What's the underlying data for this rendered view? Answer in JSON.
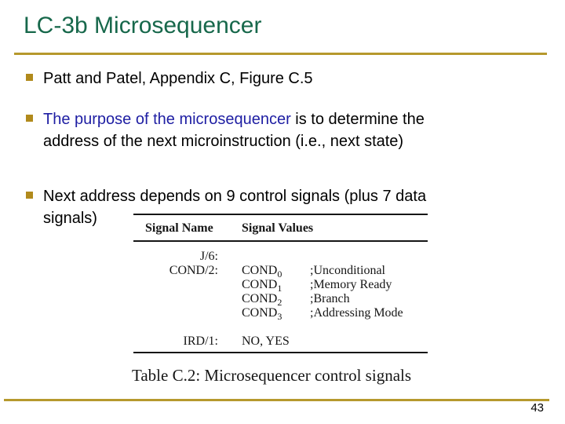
{
  "slide": {
    "title": "LC-3b Microsequencer",
    "colors": {
      "title_green": "#17684B",
      "accent_gold": "#B6992D",
      "bullet_gold": "#B18A1C",
      "emphasis_blue": "#1E1EA3",
      "table_ink": "#161616"
    },
    "bullets": {
      "b1": {
        "line1": "Patt and Patel, Appendix C, Figure C.5"
      },
      "b2": {
        "line1_em": "The purpose of the microsequencer",
        "line1_rest": " is to determine the",
        "line2": "address of the next microinstruction (i.e., next state)"
      },
      "b3": {
        "line1": "Next address depends on 9 control signals (plus 7 data",
        "line2": "signals)"
      }
    },
    "table": {
      "caption": "Table C.2: Microsequencer control signals",
      "header": {
        "name": "Signal Name",
        "values": "Signal Values"
      },
      "rows": {
        "j": {
          "name": "J/6:"
        },
        "cond": {
          "name": "COND/2:",
          "values": [
            {
              "base": "COND",
              "sub": "0",
              "comment": ";Unconditional"
            },
            {
              "base": "COND",
              "sub": "1",
              "comment": ";Memory Ready"
            },
            {
              "base": "COND",
              "sub": "2",
              "comment": ";Branch"
            },
            {
              "base": "COND",
              "sub": "3",
              "comment": ";Addressing Mode"
            }
          ]
        },
        "ird": {
          "name": "IRD/1:",
          "value": "NO, YES"
        }
      }
    },
    "footer": {
      "page_number": "43"
    }
  }
}
